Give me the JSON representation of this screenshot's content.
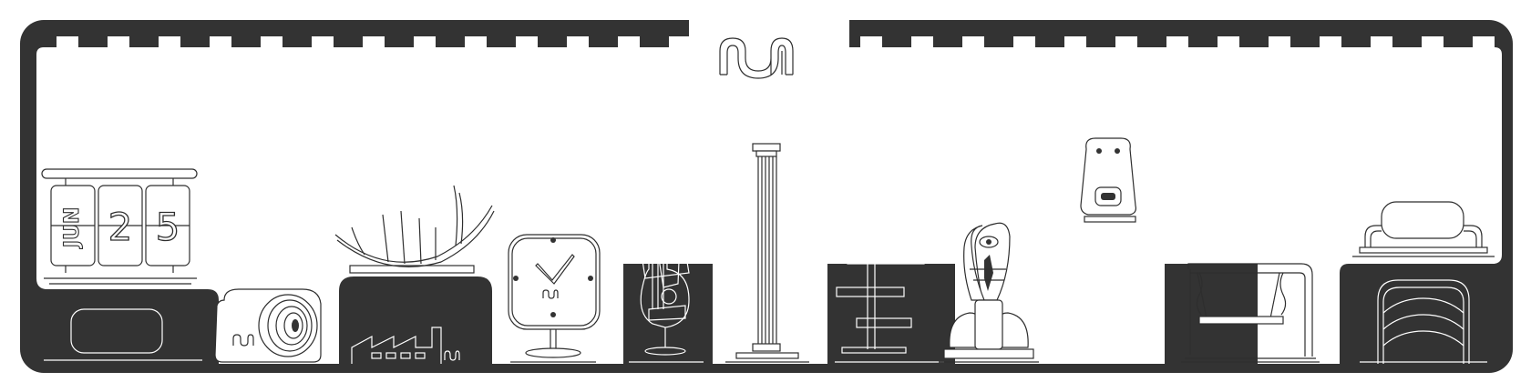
{
  "brand": {
    "logo_text": "num",
    "primary_color": "#333333",
    "background_color": "#ffffff"
  },
  "calendar": {
    "month": "JUN",
    "day_tens": "2",
    "day_ones": "5"
  },
  "shelf_items": [
    {
      "icon": "flip-calendar-icon"
    },
    {
      "icon": "speaker-icon"
    },
    {
      "icon": "ship-sculpture-icon"
    },
    {
      "icon": "desk-clock-icon"
    },
    {
      "icon": "cubist-guitar-sculpture-icon"
    },
    {
      "icon": "column-icon"
    },
    {
      "icon": "tower-shelf-icon"
    },
    {
      "icon": "winged-figure-sculpture-icon"
    },
    {
      "icon": "sliced-head-sculpture-icon"
    },
    {
      "icon": "swing-bench-icon"
    },
    {
      "icon": "tubular-stool-icon"
    }
  ]
}
